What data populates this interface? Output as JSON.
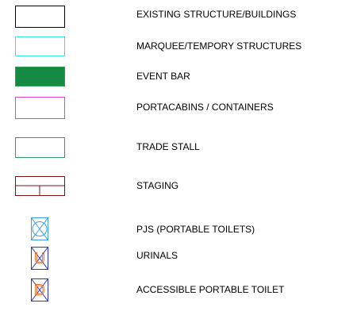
{
  "legend": {
    "items": [
      {
        "key": "existing",
        "label": "EXISTING STRUCTURE/BUILDINGS",
        "symbol": "outline-rect",
        "stroke": "#000000",
        "fill": "none"
      },
      {
        "key": "marquee",
        "label": "MARQUEE/TEMPORY STRUCTURES",
        "symbol": "outline-rect",
        "stroke": "#33e6e6",
        "fill": "none"
      },
      {
        "key": "event-bar",
        "label": "EVENT BAR",
        "symbol": "filled-rect",
        "stroke": "#2e9c52",
        "fill": "#158a43"
      },
      {
        "key": "portacabins",
        "label": "PORTACABINS / CONTAINERS",
        "symbol": "outline-rect",
        "stroke": "#e040e0",
        "fill": "none"
      },
      {
        "key": "trade-stall",
        "label": "TRADE STALL",
        "symbol": "outline-rect",
        "stroke": "#2f9e63",
        "fill": "none"
      },
      {
        "key": "staging",
        "label": "STAGING",
        "symbol": "staging-grid",
        "stroke": "#7a1414",
        "fill": "none"
      },
      {
        "key": "pjs",
        "label": "PJS (PORTABLE TOILETS)",
        "symbol": "toilet-circle",
        "stroke": "#3a9fe8",
        "fill": "none"
      },
      {
        "key": "urinals",
        "label": "URINALS",
        "symbol": "toilet-letter",
        "letter": "U",
        "stroke": "#2b32d8",
        "letter_color": "#e8742a",
        "fill": "none"
      },
      {
        "key": "accessible",
        "label": "ACCESSIBLE PORTABLE TOILET",
        "symbol": "toilet-letter",
        "letter": "D",
        "stroke": "#2b32d8",
        "letter_color": "#e8742a",
        "fill": "none"
      }
    ]
  }
}
